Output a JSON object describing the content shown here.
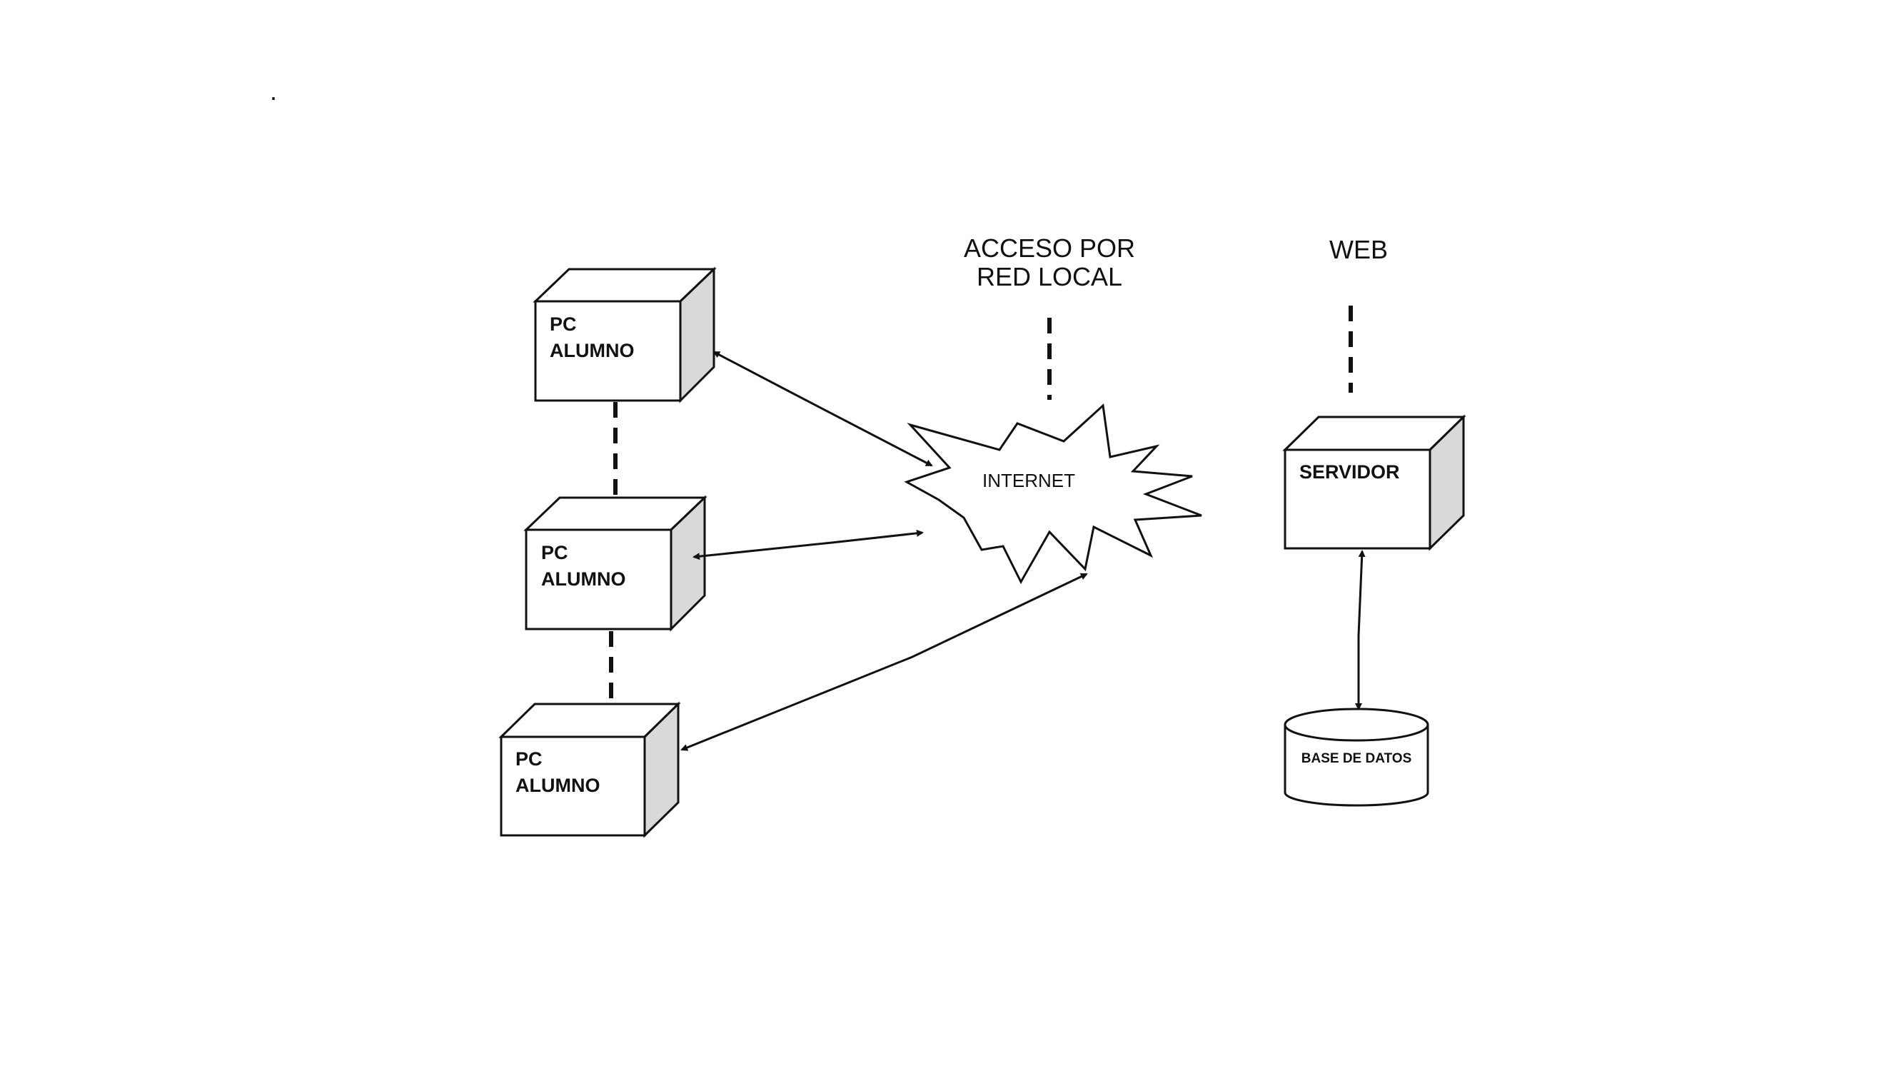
{
  "diagram": {
    "nodes": {
      "pc1": {
        "line1": "PC",
        "line2": "ALUMNO"
      },
      "pc2": {
        "line1": "PC",
        "line2": "ALUMNO"
      },
      "pc3": {
        "line1": "PC",
        "line2": "ALUMNO"
      },
      "server": {
        "label": "SERVIDOR"
      },
      "database": {
        "label": "BASE DE DATOS"
      },
      "internet": {
        "label": "INTERNET"
      }
    },
    "annotations": {
      "local_access_line1": "ACCESO POR",
      "local_access_line2": "RED LOCAL",
      "web": "WEB"
    },
    "stray_mark": "."
  }
}
